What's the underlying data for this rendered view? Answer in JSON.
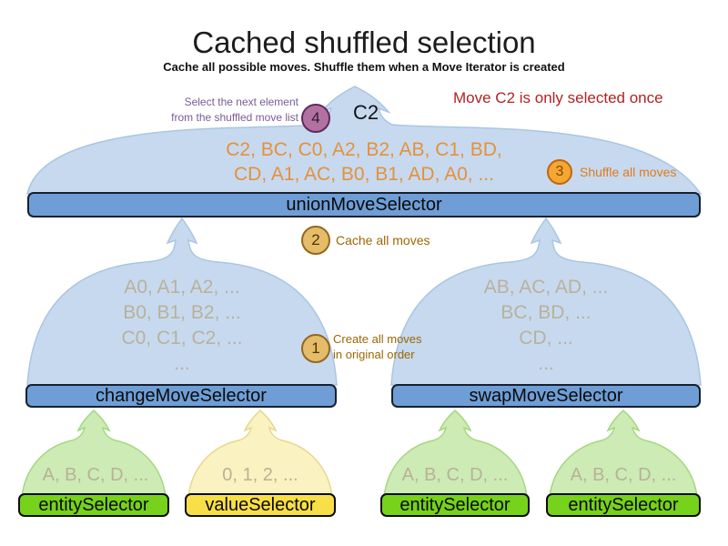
{
  "title": "Cached shuffled selection",
  "subtitle": "Cache all possible moves. Shuffle them when a Move Iterator is created",
  "annotations": {
    "result_note": "Move C2 is only selected once",
    "selected_move": "C2"
  },
  "steps": {
    "s1": {
      "num": "1",
      "label_line1": "Create all moves",
      "label_line2": "in original order"
    },
    "s2": {
      "num": "2",
      "label": "Cache all moves"
    },
    "s3": {
      "num": "3",
      "label": "Shuffle all moves"
    },
    "s4": {
      "num": "4",
      "label_line1": "Select the next element",
      "label_line2": "from the shuffled move list"
    }
  },
  "union_selector": {
    "label": "unionMoveSelector",
    "moves_line1": "C2, BC, C0, A2, B2, AB, C1, BD,",
    "moves_line2": "CD, A1, AC, B0, B1, AD, A0, ..."
  },
  "change_selector": {
    "label": "changeMoveSelector",
    "lines": [
      "A0, A1, A2, ...",
      "B0, B1, B2, ...",
      "C0, C1, C2, ...",
      "..."
    ]
  },
  "swap_selector": {
    "label": "swapMoveSelector",
    "lines": [
      "AB, AC, AD, ...",
      "BC, BD, ...",
      "CD, ...",
      "..."
    ]
  },
  "bottom_selectors": [
    {
      "label": "entitySelector",
      "items": "A, B, C, D, ...",
      "type": "entity"
    },
    {
      "label": "valueSelector",
      "items": "0, 1, 2, ...",
      "type": "value"
    },
    {
      "label": "entitySelector",
      "items": "A, B, C, D, ...",
      "type": "entity"
    },
    {
      "label": "entitySelector",
      "items": "A, B, C, D, ...",
      "type": "entity"
    }
  ],
  "colors": {
    "funnel_blue": "#c7d9ef",
    "funnel_blue_stroke": "#a9c6e4",
    "selector_bar_blue": "#6f9ed6",
    "funnel_green": "#cdebb4",
    "funnel_green_stroke": "#a6d77f",
    "funnel_yellow": "#faf2c0",
    "funnel_yellow_stroke": "#e6d88d",
    "entity_bar_green": "#76d21b",
    "value_bar_yellow": "#f8df47",
    "step_circle_tan": "#e5bd6a",
    "step_circle_orange": "#f5a733",
    "step_circle_purple": "#b172a2",
    "note_red": "#b22222",
    "note_purple": "#7a5c94",
    "moves_orange": "#e4913b",
    "faded_text": "#b9b19b"
  }
}
